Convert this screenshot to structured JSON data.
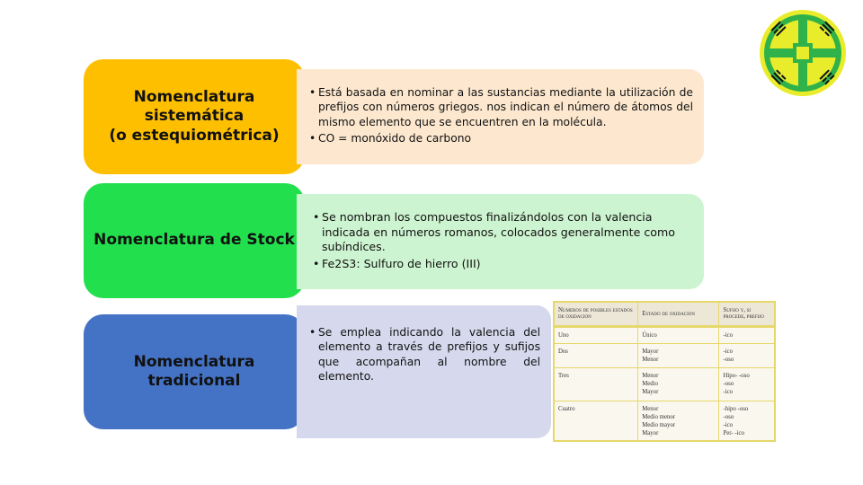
{
  "rows": [
    {
      "title_line1": "Nomenclatura sistemática",
      "title_line2": "(o estequiométrica)",
      "bullets": [
        "Está basada en nominar a las sustancias mediante la utilización de prefijos con números griegos. nos indican el número de átomos del mismo elemento que se encuentren en la molécula.",
        "CO = monóxido de carbono"
      ]
    },
    {
      "title_line1": "Nomenclatura de Stock",
      "bullets": [
        " Se nombran los compuestos finalizándolos con la valencia indicada en números romanos, colocados generalmente como subíndices.",
        "Fe2S3: Sulfuro de hierro (III)"
      ]
    },
    {
      "title_line1": "Nomenclatura tradicional",
      "bullets": [
        "Se emplea indicando la valencia del elemento a través de prefijos y sufijos que acompañan al nombre del elemento."
      ]
    }
  ],
  "table": {
    "headers": [
      "Numeros de posibles estados de oxidacion",
      "Estado de oxidacion",
      "Sufijo y, si procede, prefijo"
    ],
    "rows": [
      {
        "count": "Uno",
        "states": [
          "Único"
        ],
        "affixes": [
          "-ico"
        ]
      },
      {
        "count": "Dos",
        "states": [
          "Mayor",
          "Menor"
        ],
        "affixes": [
          "-ico",
          "-oso"
        ]
      },
      {
        "count": "Tres",
        "states": [
          "Menor",
          "Medio",
          "Mayor"
        ],
        "affixes": [
          "Hipo-   -oso",
          "-oso",
          "-ico"
        ]
      },
      {
        "count": "Cuatro",
        "states": [
          "Menor",
          "Medio menor",
          "Medio mayor",
          "Mayor"
        ],
        "affixes": [
          "-hipo   -oso",
          "-oso",
          "-ico",
          "Per-   -ico"
        ]
      }
    ]
  },
  "colors": {
    "row1_title": "#fdbf00",
    "row1_content": "#fde8cf",
    "row2_title": "#22e04d",
    "row2_content": "#cdf4d0",
    "row3_title": "#4472c4",
    "row3_content": "#d6d9ed",
    "table_border": "#e6d86a"
  },
  "logo": {
    "icon": "bagua-trigram-emblem-icon"
  }
}
